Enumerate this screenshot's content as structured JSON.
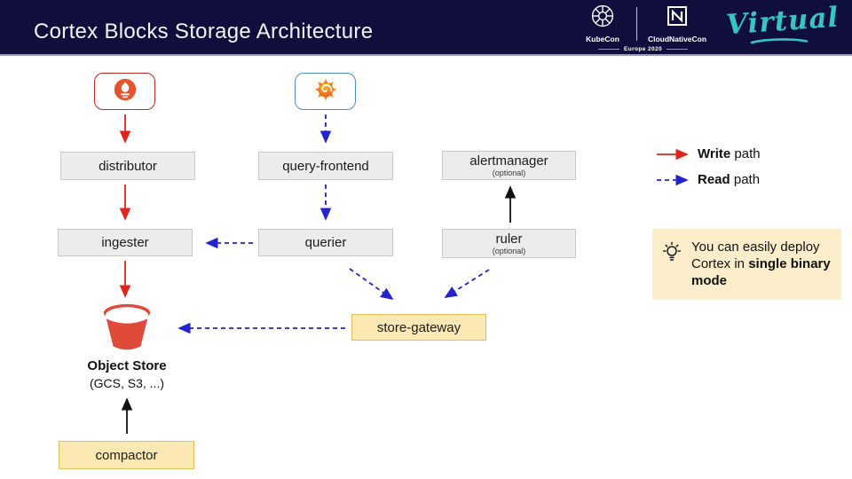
{
  "slide": {
    "title": "Cortex Blocks Storage Architecture"
  },
  "event_badge": {
    "kubecon": "KubeCon",
    "cloudnativecon": "CloudNativeCon",
    "edition": "Europe 2020",
    "virtual": "Virtual"
  },
  "diagram": {
    "nodes": {
      "prometheus": {
        "icon": "prometheus-icon"
      },
      "grafana": {
        "icon": "grafana-icon"
      },
      "distributor": {
        "label": "distributor"
      },
      "query_frontend": {
        "label": "query-frontend"
      },
      "alertmanager": {
        "label": "alertmanager",
        "sublabel": "(optional)"
      },
      "ingester": {
        "label": "ingester"
      },
      "querier": {
        "label": "querier"
      },
      "ruler": {
        "label": "ruler",
        "sublabel": "(optional)"
      },
      "store_gateway": {
        "label": "store-gateway"
      },
      "compactor": {
        "label": "compactor"
      }
    },
    "object_store": {
      "label": "Object Store",
      "sublabel": "(GCS, S3, ...)"
    }
  },
  "legend": {
    "write": {
      "bold": "Write",
      "rest": " path"
    },
    "read": {
      "bold": "Read",
      "rest": " path"
    }
  },
  "note": {
    "prefix": "You can easily deploy Cortex in ",
    "bold": "single binary mode"
  },
  "colors": {
    "header_bg": "#0f0e3d",
    "accent_teal": "#35c4c8",
    "write_path_red": "#e02419",
    "read_path_blue": "#2222cf",
    "node_gray_bg": "#ececec",
    "node_yellow_bg": "#fce8b2",
    "note_bg": "#fdeecb",
    "bucket_red": "#e04a3a",
    "prometheus_orange": "#e6522c",
    "grafana_border_blue": "#4d8bd3"
  }
}
